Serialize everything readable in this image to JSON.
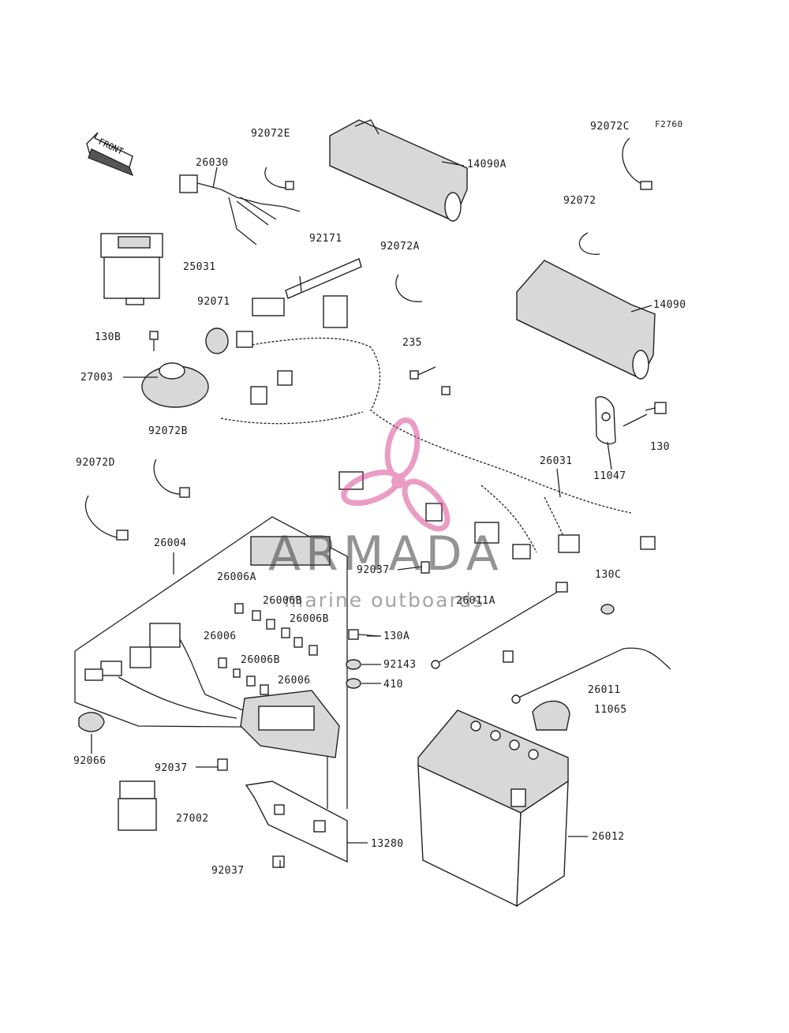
{
  "figure_code": "F2760",
  "front_arrow_text": "FRONT",
  "watermark": {
    "title": "ARMADA",
    "subtitle": "marine outboards",
    "logo": "armada-propeller-logo"
  },
  "parts": {
    "p92072E": "92072E",
    "p26030": "26030",
    "p14090A": "14090A",
    "p92072C": "92072C",
    "p92072": "92072",
    "p92171": "92171",
    "p92072A": "92072A",
    "p25031": "25031",
    "p92071": "92071",
    "p14090": "14090",
    "p130B": "130B",
    "p235": "235",
    "p27003": "27003",
    "p92072B": "92072B",
    "p130": "130",
    "p11047": "11047",
    "p26031": "26031",
    "p92072D": "92072D",
    "p26004": "26004",
    "p92037a": "92037",
    "p26006A": "26006A",
    "p130C": "130C",
    "p26006B_1": "26006B",
    "p26011A": "26011A",
    "p26006B_2": "26006B",
    "p130A": "130A",
    "p26006_1": "26006",
    "p92143": "92143",
    "p26006B_3": "26006B",
    "p26006_2": "26006",
    "p410": "410",
    "p26011": "26011",
    "p11065": "11065",
    "p92066": "92066",
    "p92037b": "92037",
    "p27002": "27002",
    "p26012": "26012",
    "p13280": "13280",
    "p92037c": "92037"
  }
}
